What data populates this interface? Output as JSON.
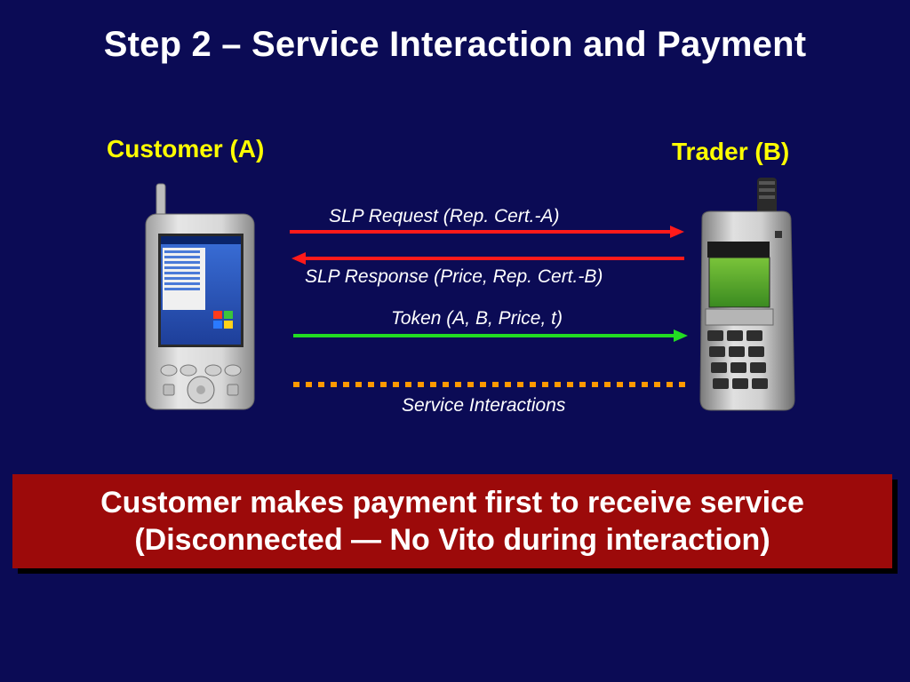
{
  "title": "Step 2 – Service Interaction and Payment",
  "customer_label": "Customer (A)",
  "trader_label": "Trader (B)",
  "messages": [
    {
      "text": "SLP Request (Rep. Cert.-A)",
      "direction": "A-to-B",
      "color": "#ff1a1a",
      "style": "solid"
    },
    {
      "text": "SLP Response (Price, Rep. Cert.-B)",
      "direction": "B-to-A",
      "color": "#ff1a1a",
      "style": "solid"
    },
    {
      "text": "Token (A, B, Price, t)",
      "direction": "A-to-B",
      "color": "#22dd22",
      "style": "solid"
    },
    {
      "text": "Service Interactions",
      "direction": "both",
      "color": "#ff9900",
      "style": "dotted"
    }
  ],
  "banner": {
    "line1": "Customer makes payment first to receive service",
    "line2": "(Disconnected — No Vito during interaction)"
  },
  "colors": {
    "background": "#0b0b55",
    "title": "#ffffff",
    "party_labels": "#ffff00",
    "banner_bg": "#9c0a0a"
  }
}
